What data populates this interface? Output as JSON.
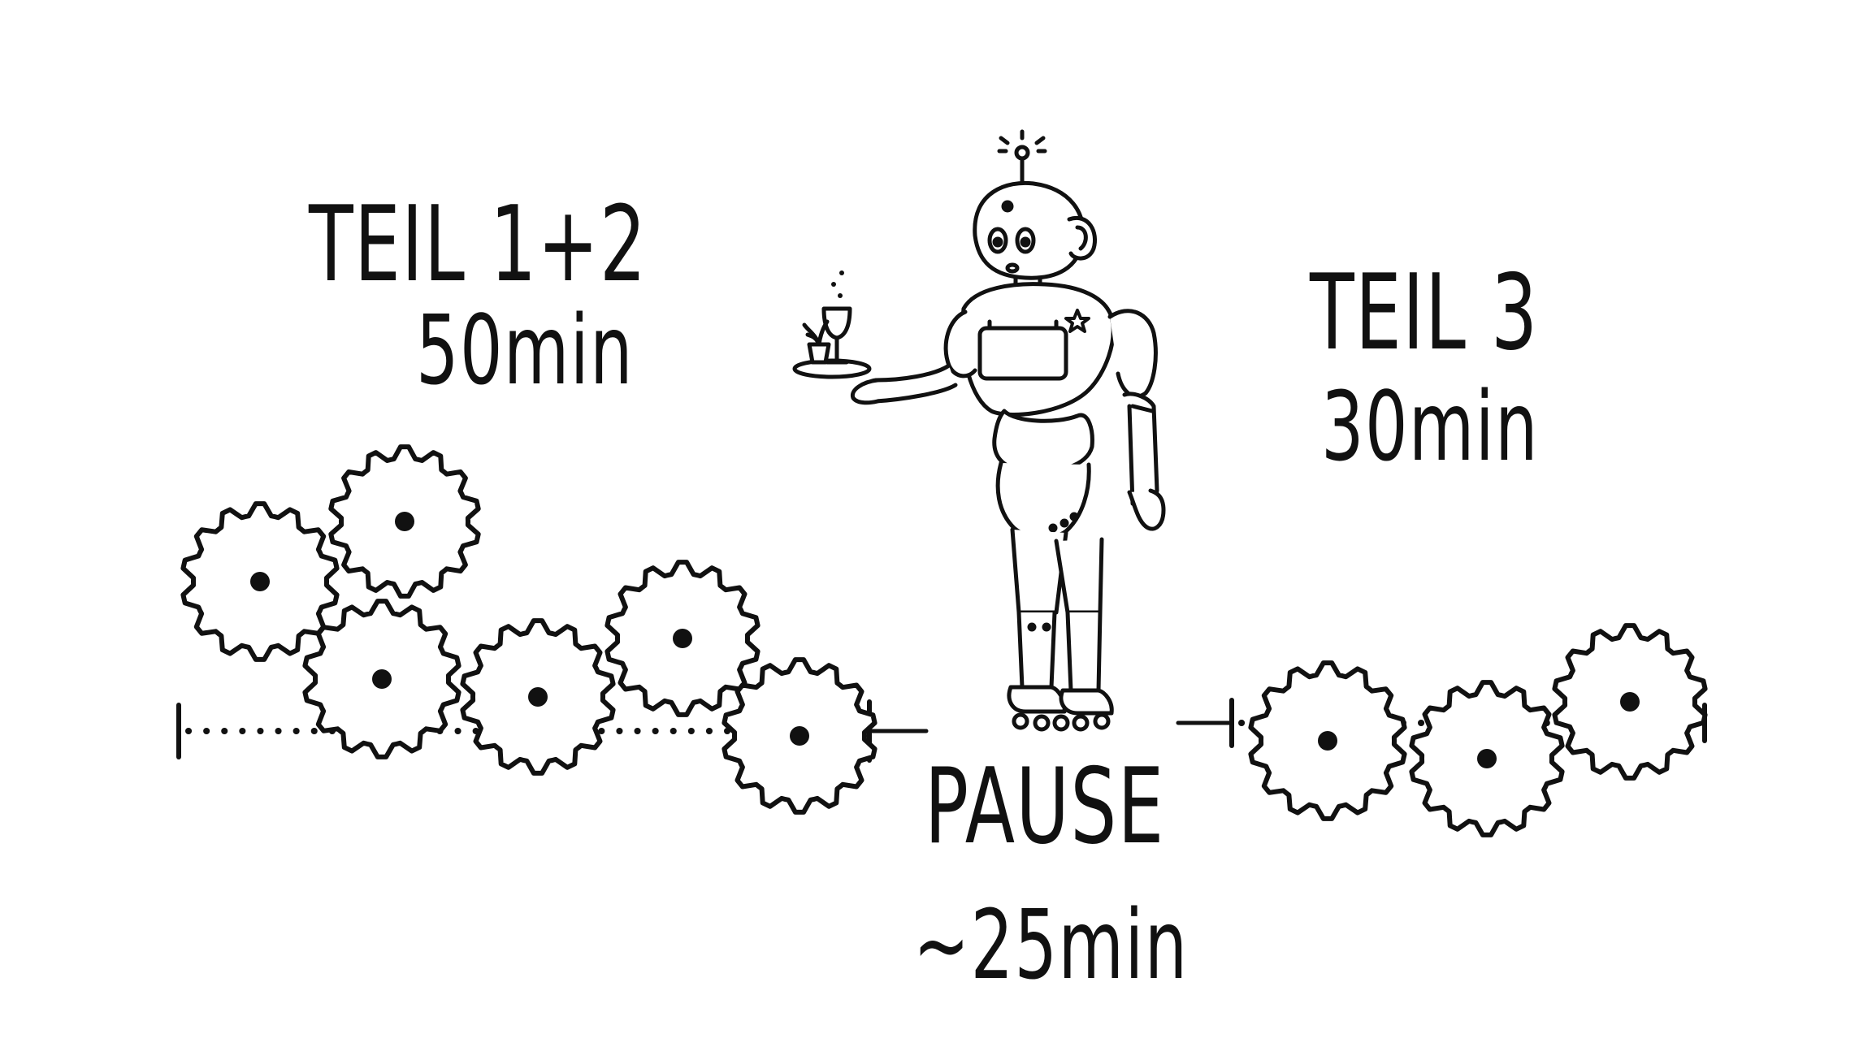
{
  "part12": {
    "title": "TEIL 1+2",
    "duration": "50min"
  },
  "part3": {
    "title": "TEIL 3",
    "duration": "30min"
  },
  "pause": {
    "title": "PAUSE",
    "duration": "~25min"
  },
  "colors": {
    "ink": "#111111",
    "background": "#ffffff"
  },
  "icons": {
    "gears": "gear-icon",
    "robot": "robot-waiter-icon",
    "tray": "serving-tray-icon"
  }
}
